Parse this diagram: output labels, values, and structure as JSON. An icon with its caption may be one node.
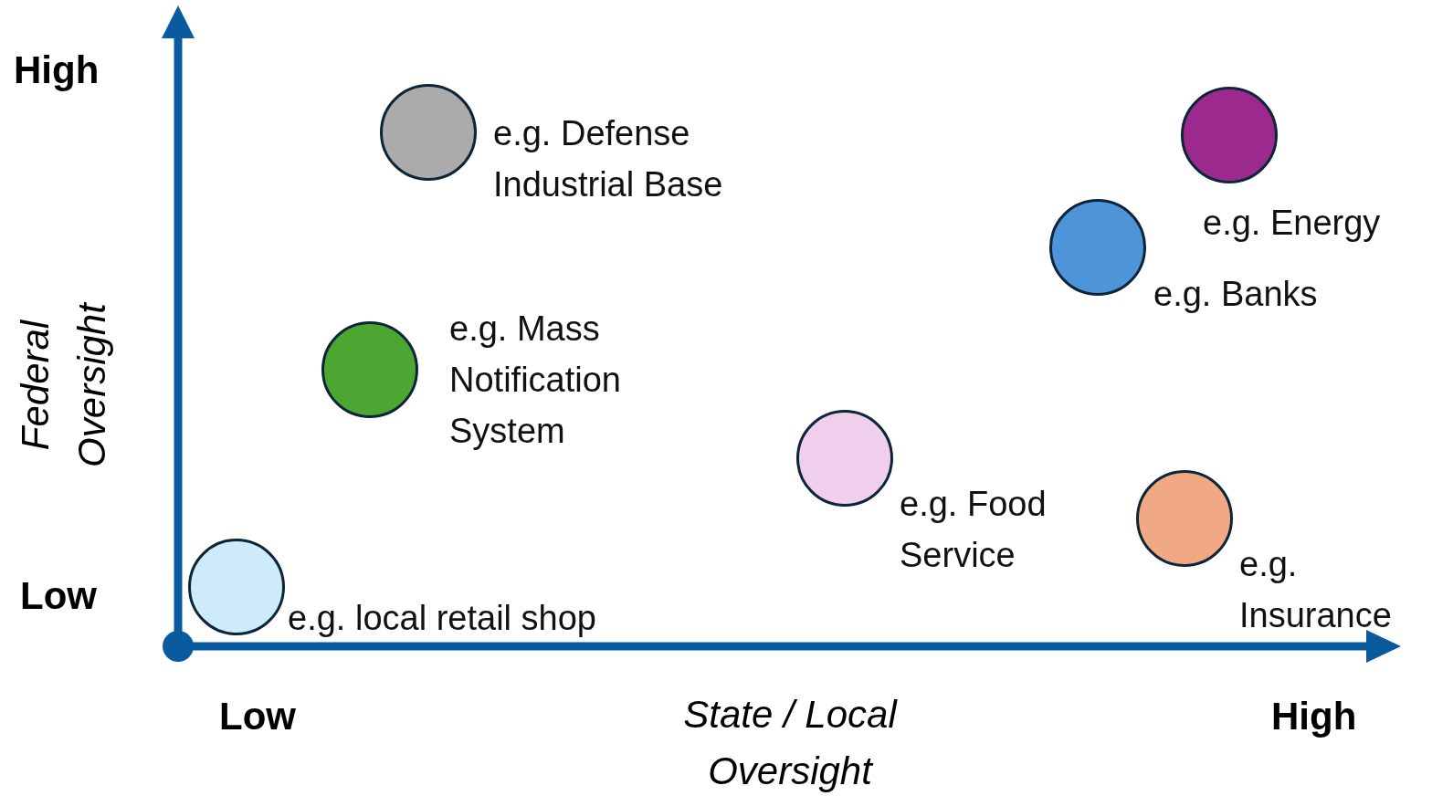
{
  "diagram": {
    "nodes": [
      {
        "text": [],
        "shape": "circle",
        "beside": [
          "e.g. Defense Industrial Base"
        ]
      },
      {
        "text": [],
        "shape": "circle",
        "beside": [
          "e.g. Energy"
        ]
      },
      {
        "text": [],
        "shape": "circle",
        "beside": [
          "e.g. Banks"
        ]
      },
      {
        "text": [],
        "shape": "circle",
        "beside": [
          "e.g. Mass Notification System"
        ]
      },
      {
        "text": [],
        "shape": "circle",
        "beside": [
          "e.g. Food Service"
        ]
      },
      {
        "text": [],
        "shape": "circle",
        "beside": [
          "e.g. Insurance"
        ]
      },
      {
        "text": [],
        "shape": "circle",
        "beside": [
          "e.g. local retail shop"
        ]
      }
    ],
    "labels": [
      "High",
      "Federal Oversight",
      "Low",
      "Low",
      "State / Local Oversight",
      "High"
    ]
  }
}
